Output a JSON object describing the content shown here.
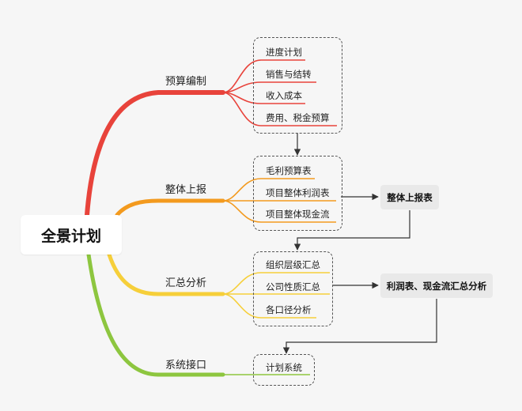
{
  "colors": {
    "branch_budget": "#e8433b",
    "branch_report": "#f39a1e",
    "branch_summary": "#f6cf3a",
    "branch_interface": "#8dc63f",
    "connector": "#333333",
    "group_border": "#555555",
    "output_fill": "#e9e9e9",
    "canvas": "#f6f6f6"
  },
  "root": {
    "label": "全景计划"
  },
  "branches": [
    {
      "label": "预算编制",
      "items": [
        "进度计划",
        "销售与结转",
        "收入成本",
        "费用、税金预算"
      ]
    },
    {
      "label": "整体上报",
      "items": [
        "毛利预算表",
        "项目整体利润表",
        "项目整体现金流"
      ]
    },
    {
      "label": "汇总分析",
      "items": [
        "组织层级汇总",
        "公司性质汇总",
        "各口径分析"
      ]
    },
    {
      "label": "系统接口",
      "items": [
        "计划系统"
      ]
    }
  ],
  "outputs": {
    "report": "整体上报表",
    "summary": "利润表、现金流汇总分析"
  }
}
